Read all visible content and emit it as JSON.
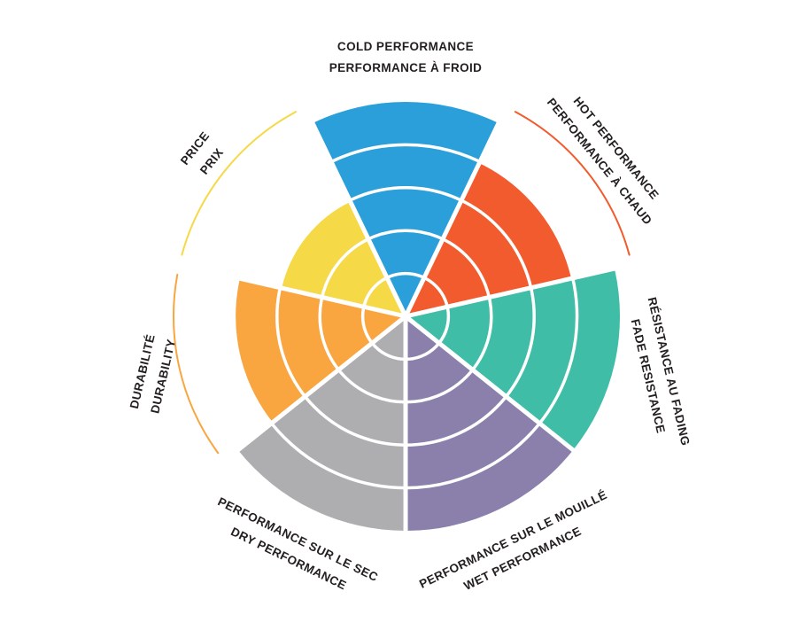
{
  "background_color": "#ffffff",
  "text_color": "#231f20",
  "chart_data": {
    "type": "polar-sector-wheel",
    "description": "Tire performance rating wheel: 7 sectors each rated on a 5-ring scale; sectors below maximum show a thin outer arc marking full scale",
    "rings": 5,
    "scale_max": 5,
    "ring_divider_color": "#ffffff",
    "segments": [
      {
        "id": "cold-performance",
        "labels": [
          "COLD PERFORMANCE",
          "PERFORMANCE À FROID"
        ],
        "value": 5,
        "color": "#2b9fd9",
        "angle_deg": 0,
        "label_rotation_deg": 0,
        "outer_arc": false
      },
      {
        "id": "hot-performance",
        "labels": [
          "HOT PERFORMANCE",
          "PERFORMANCE À CHAUD"
        ],
        "value": 4,
        "color": "#f15b2e",
        "angle_deg": 51.43,
        "label_rotation_deg": 51,
        "outer_arc": true
      },
      {
        "id": "fade-resistance",
        "labels": [
          "RÉSISTANCE AU FADING",
          "FADE RESISTANCE"
        ],
        "value": 5,
        "color": "#3fbda6",
        "angle_deg": 102.86,
        "label_rotation_deg": 77,
        "outer_arc": false
      },
      {
        "id": "wet-performance",
        "labels": [
          "PERFORMANCE SUR LE MOUILLÉ",
          "WET PERFORMANCE"
        ],
        "value": 5,
        "color": "#8b80ac",
        "angle_deg": 154.29,
        "label_rotation_deg": -26,
        "outer_arc": false
      },
      {
        "id": "dry-performance",
        "labels": [
          "PERFORMANCE SUR LE SEC",
          "DRY PERFORMANCE"
        ],
        "value": 5,
        "color": "#aeadb0",
        "angle_deg": 205.71,
        "label_rotation_deg": 26,
        "outer_arc": false
      },
      {
        "id": "durability",
        "labels": [
          "DURABILITÉ",
          "DURABILITY"
        ],
        "value": 4,
        "color": "#f9a540",
        "angle_deg": 257.14,
        "label_rotation_deg": -77,
        "outer_arc": true
      },
      {
        "id": "price",
        "labels": [
          "PRICE",
          "PRIX"
        ],
        "value": 3,
        "color": "#f5d947",
        "angle_deg": 308.57,
        "label_rotation_deg": -52,
        "outer_arc": true
      }
    ]
  }
}
